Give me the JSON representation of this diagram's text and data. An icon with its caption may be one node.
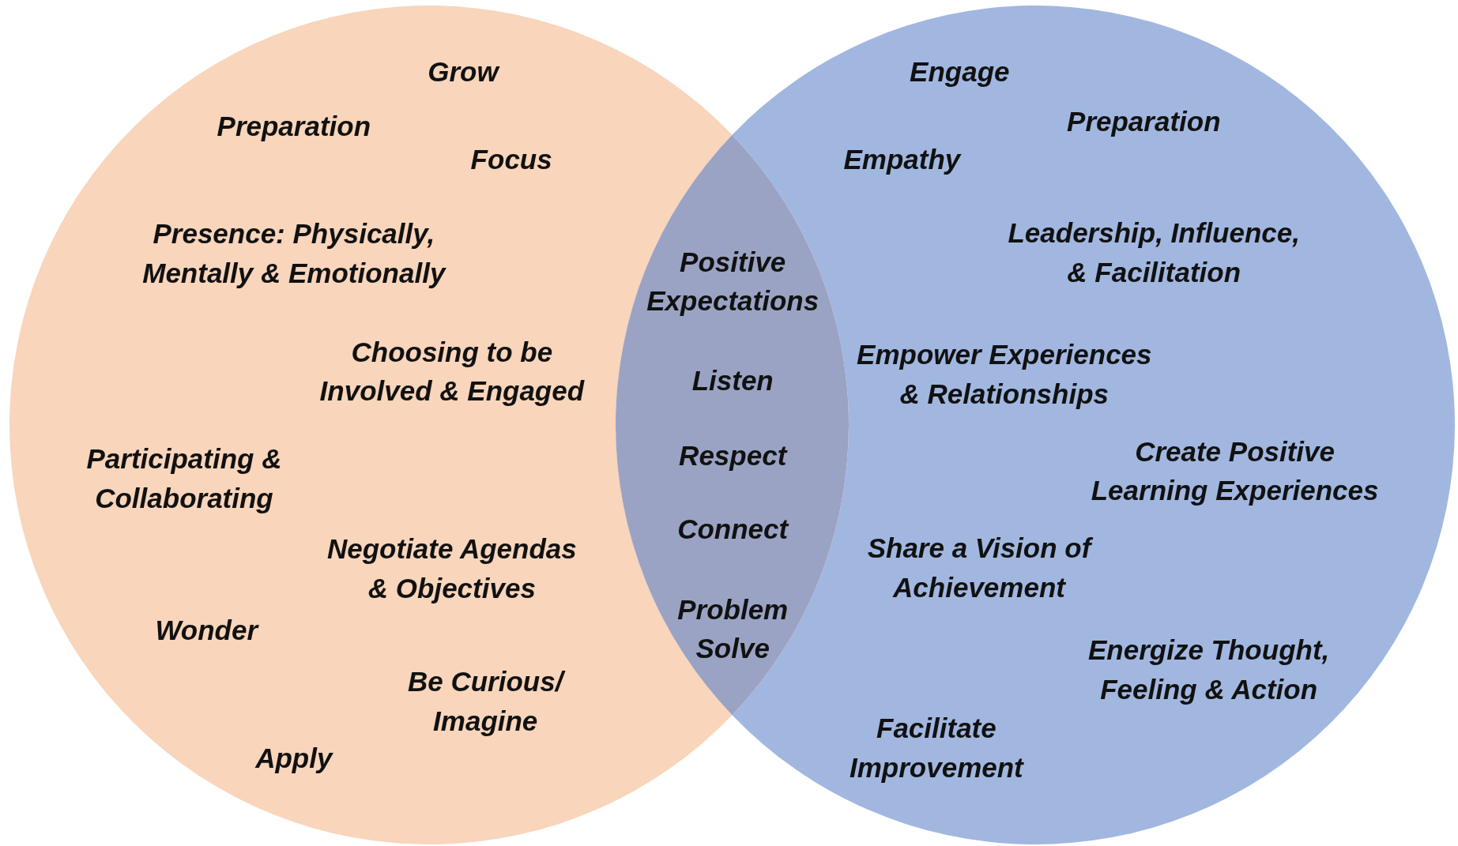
{
  "diagram": {
    "nodes": [
      {
        "text": [
          "Grow",
          "Preparation",
          "Focus",
          "Presence: Physically, Mentally & Emotionally",
          "Choosing to be Involved & Engaged",
          "Participating & Collaborating",
          "Negotiate Agendas & Objectives",
          "Wonder",
          "Be Curious/ Imagine",
          "Apply"
        ]
      },
      {
        "text": [
          "Engage",
          "Preparation",
          "Empathy",
          "Leadership, Influence, & Facilitation",
          "Empower Experiences & Relationships",
          "Create Positive Learning Experiences",
          "Share a Vision of Achievement",
          "Energize Thought, Feeling & Action",
          "Facilitate Improvement"
        ]
      },
      {
        "text": [
          "Positive Expectations",
          "Listen",
          "Respect",
          "Connect",
          "Problem Solve"
        ]
      }
    ]
  }
}
